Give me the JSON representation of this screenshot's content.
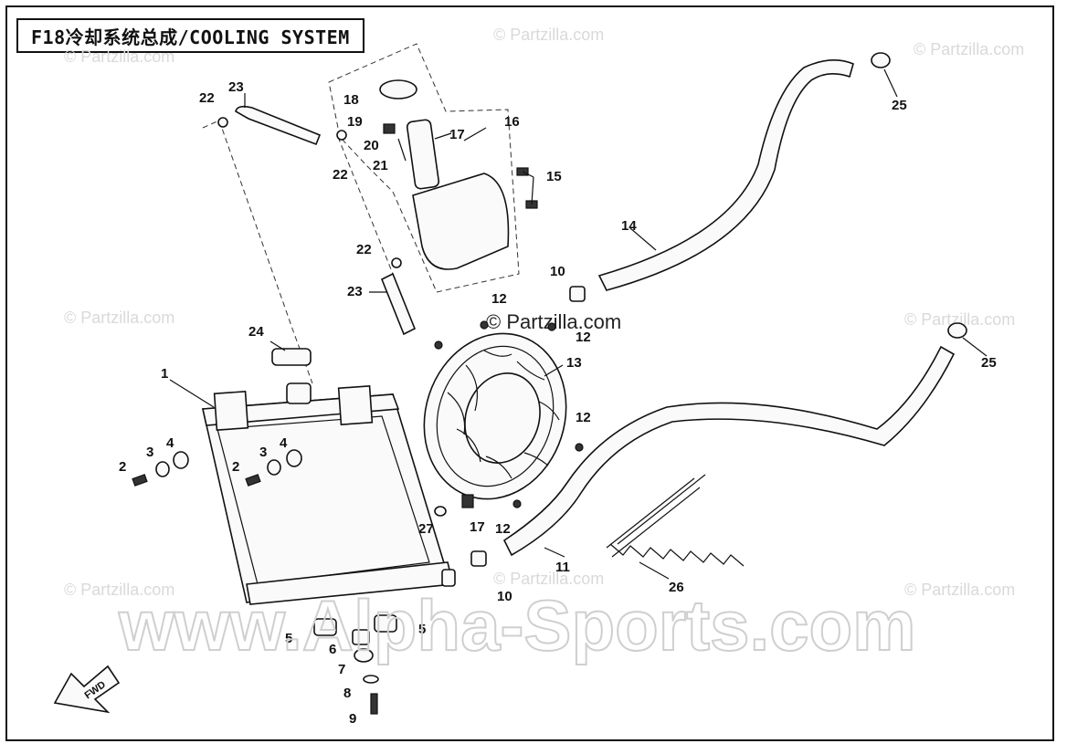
{
  "title": "F18冷却系统总成/COOLING SYSTEM",
  "watermarks": {
    "partzilla_small": "© Partzilla.com",
    "partzilla_center": "© Partzilla.com",
    "site_big": "www.Alpha-Sports.com"
  },
  "fwd_label": "FWD",
  "callouts": {
    "c1": "1",
    "c2a": "2",
    "c2b": "2",
    "c3a": "3",
    "c3b": "3",
    "c4a": "4",
    "c4b": "4",
    "c5a": "5",
    "c5b": "5",
    "c6": "6",
    "c7": "7",
    "c8": "8",
    "c9": "9",
    "c10a": "10",
    "c10b": "10",
    "c11": "11",
    "c12a": "12",
    "c12b": "12",
    "c12c": "12",
    "c12d": "12",
    "c13": "13",
    "c14": "14",
    "c15": "15",
    "c16": "16",
    "c17a": "17",
    "c17b": "17",
    "c18": "18",
    "c19": "19",
    "c20": "20",
    "c21": "21",
    "c22a": "22",
    "c22b": "22",
    "c22c": "22",
    "c23a": "23",
    "c23b": "23",
    "c24": "24",
    "c25a": "25",
    "c25b": "25",
    "c26": "26",
    "c27": "27"
  }
}
